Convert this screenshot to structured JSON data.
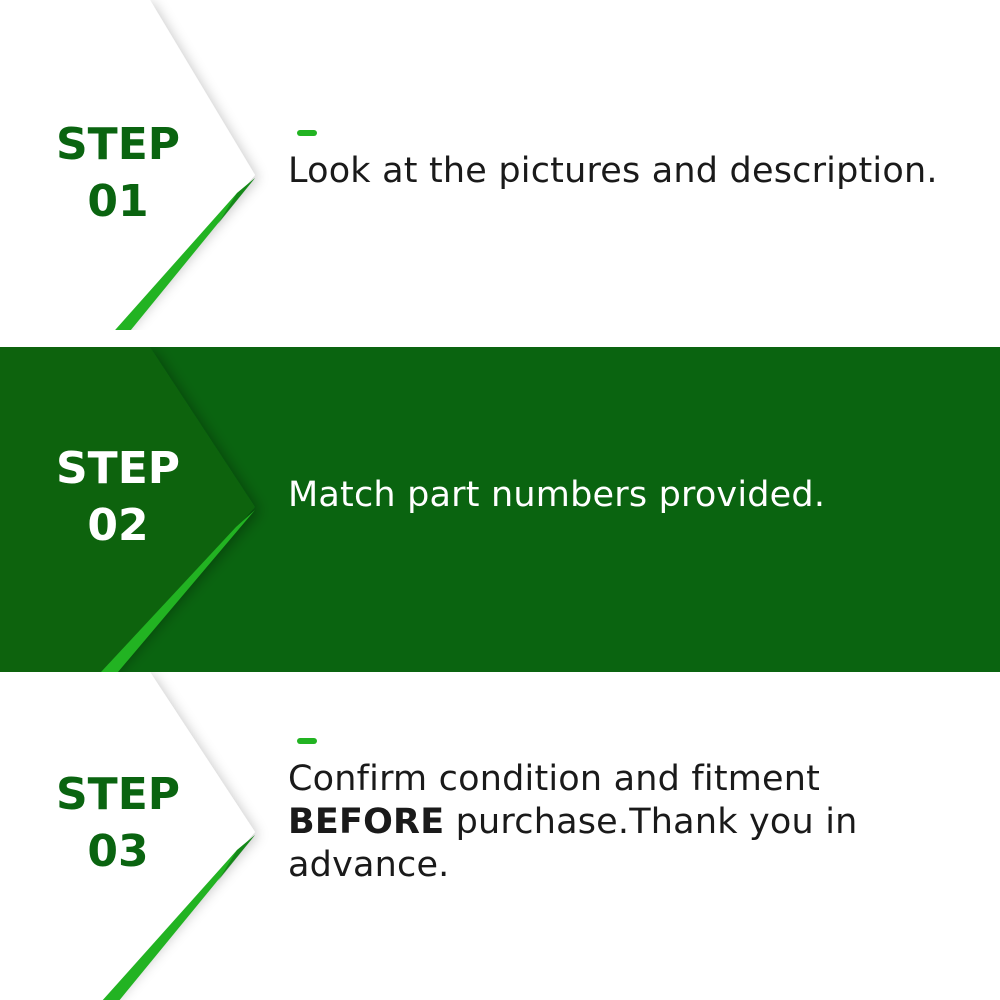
{
  "colors": {
    "dark_green": "#0a6410",
    "bright_green": "#22b322",
    "white": "#ffffff",
    "text_dark": "#1a1a1a"
  },
  "steps": [
    {
      "word": "STEP",
      "number": "01",
      "description": "Look at the pictures and description.",
      "theme": "light",
      "has_accent_dash": true
    },
    {
      "word": "STEP",
      "number": "02",
      "description": "Match part numbers provided.",
      "theme": "dark",
      "has_accent_dash": false
    },
    {
      "word": "STEP",
      "number": "03",
      "description_line1": "Confirm condition and fitment",
      "description_bold": "BEFORE",
      "description_rest": " purchase.Thank you in advance.",
      "theme": "light",
      "has_accent_dash": true
    }
  ]
}
